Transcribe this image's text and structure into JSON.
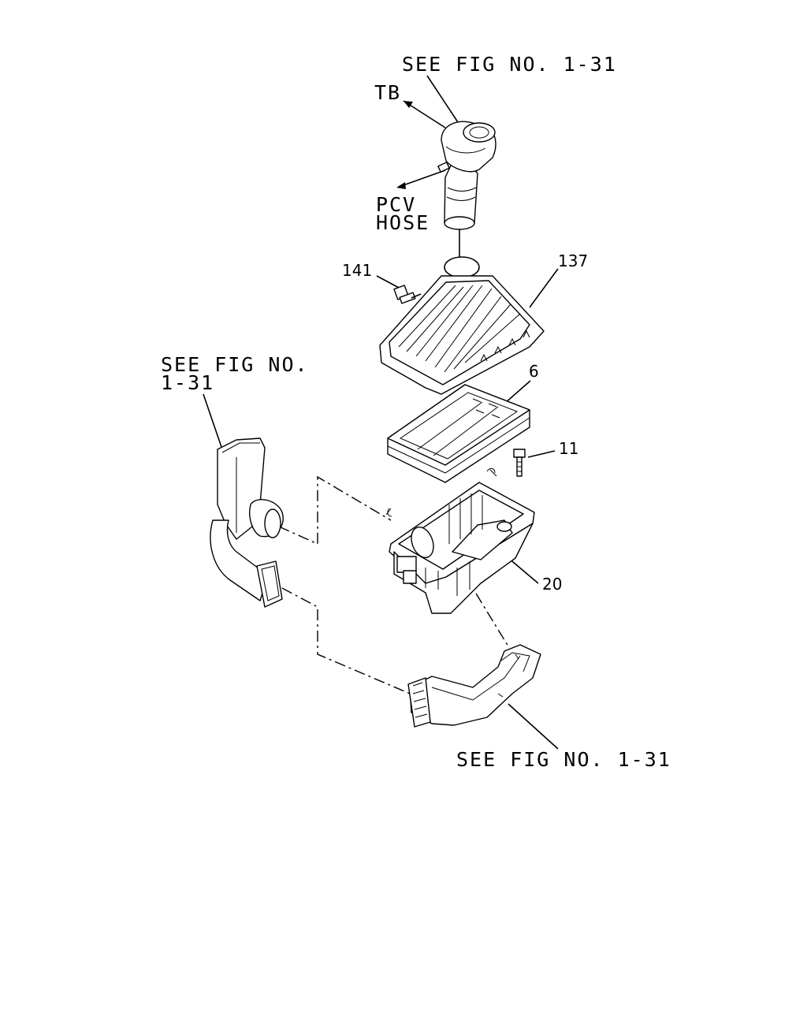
{
  "labels": {
    "see_fig_top": "SEE FIG NO. 1-31",
    "tb": "TB",
    "pcv_line1": "PCV",
    "pcv_line2": "HOSE",
    "see_fig_left_line1": "SEE FIG NO.",
    "see_fig_left_line2": "1-31",
    "see_fig_bottom": "SEE FIG NO. 1-31"
  },
  "part_numbers": {
    "bolt_top": "141",
    "cover": "137",
    "filter": "6",
    "bolt_side": "11",
    "case": "20"
  }
}
